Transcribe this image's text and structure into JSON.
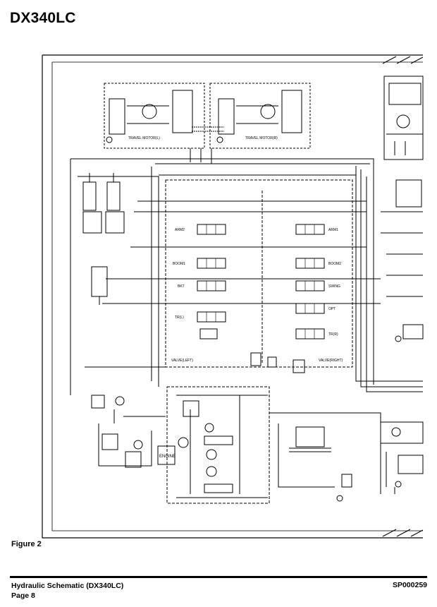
{
  "header": {
    "title": "DX340LC"
  },
  "figure": {
    "label": "Figure 2"
  },
  "footer": {
    "doc_title": "Hydraulic Schematic (DX340LC)",
    "page": "Page 8",
    "code": "SP000259"
  },
  "schematic": {
    "travel_motor_left": "TRAVEL MOTOR(L)",
    "travel_motor_right": "TRAVEL MOTOR(R)",
    "engine": "ENGINE",
    "valve_left": "VALVE(LEFT)",
    "valve_right": "VALVE(RIGHT)",
    "spools_left": [
      "ARM2",
      "BOOM1",
      "BKT",
      "TR(L)"
    ],
    "spools_right": [
      "ARM1",
      "BOOM2",
      "SWING",
      "OPT",
      "TR(R)"
    ]
  }
}
